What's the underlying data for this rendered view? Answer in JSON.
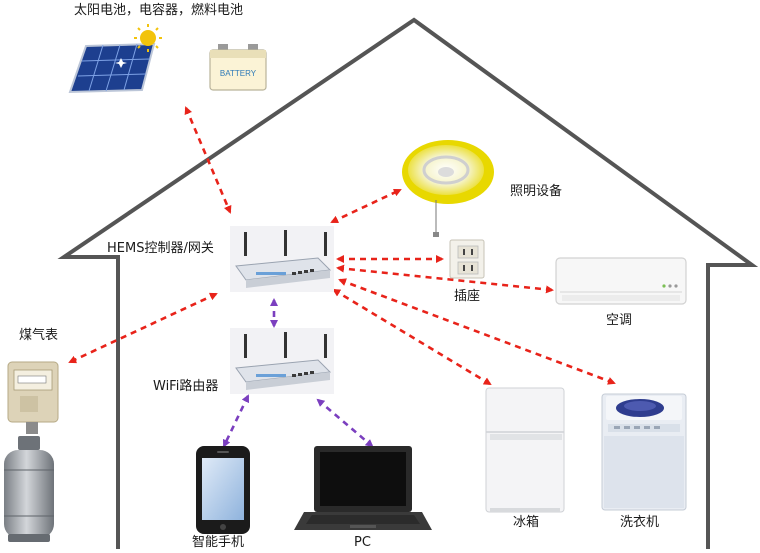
{
  "labels": {
    "energy_sources": "太阳电池，电容器，燃料电池",
    "battery_text": "BATTERY",
    "hems": "HEMS控制器/网关",
    "lighting": "照明设备",
    "outlet": "插座",
    "aircon": "空调",
    "gas_meter": "煤气表",
    "wifi_router": "WiFi路由器",
    "smartphone": "智能手机",
    "pc": "PC",
    "fridge": "冰箱",
    "washer": "洗衣机"
  },
  "colors": {
    "house_outline": "#555555",
    "red_link": "#e8231a",
    "purple_link": "#7b3fbf",
    "device_gray": "#e6e6ea",
    "router_blue": "#6aa0d8"
  },
  "icons": [
    "solar-panel",
    "sun",
    "battery",
    "router",
    "ceiling-light",
    "power-outlet",
    "air-conditioner",
    "gas-meter",
    "gas-cylinder",
    "smartphone",
    "laptop",
    "refrigerator",
    "washing-machine"
  ]
}
